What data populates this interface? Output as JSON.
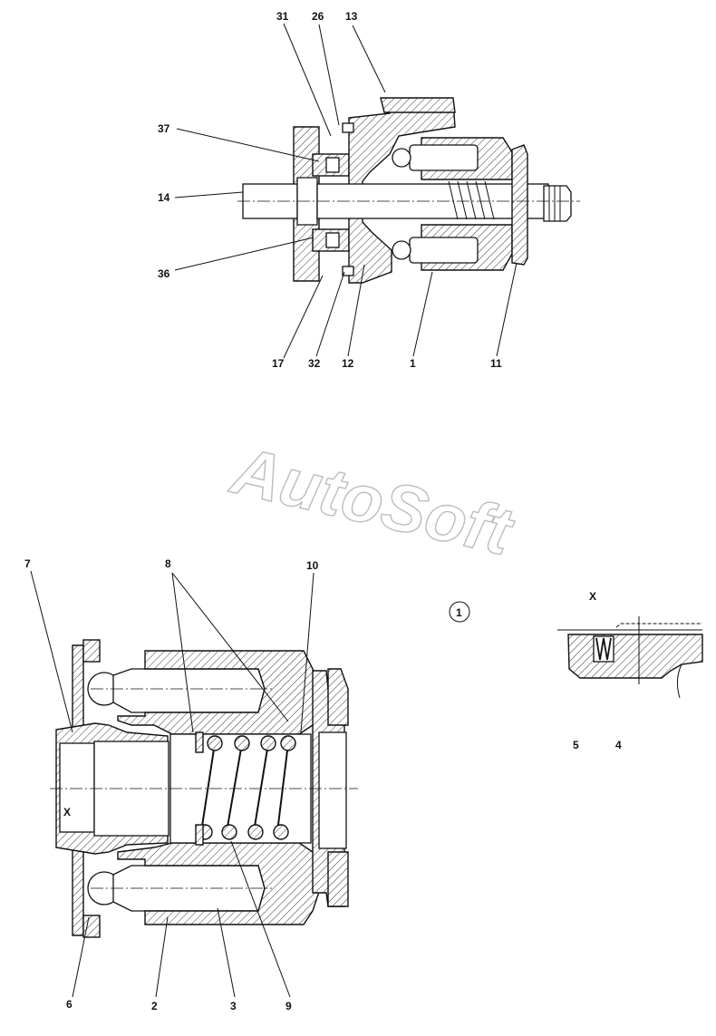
{
  "watermark": "AutoSoft",
  "top_view": {
    "callouts": [
      "31",
      "26",
      "13",
      "37",
      "14",
      "36",
      "17",
      "32",
      "12",
      "1",
      "11"
    ]
  },
  "bottom_view": {
    "callouts": [
      "7",
      "8",
      "10",
      "6",
      "2",
      "3",
      "9"
    ],
    "section_marker": "X"
  },
  "detail": {
    "circled_label": "1",
    "title": "X",
    "callouts": [
      "5",
      "4"
    ]
  }
}
